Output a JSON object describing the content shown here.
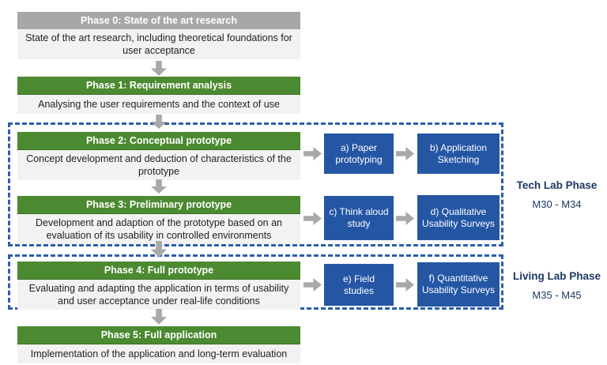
{
  "colors": {
    "green": "#4b8a31",
    "header_gray": "#a7a7a7",
    "body_gray": "#f2f2f2",
    "blue": "#2456a4",
    "dashed_blue": "#2b5fae",
    "navy": "#1f3864",
    "arrow": "#a9a9a9"
  },
  "phases": [
    {
      "title": "Phase 0: State of the art research",
      "description": "State of the art research, including theoretical foundations for user acceptance"
    },
    {
      "title": "Phase 1: Requirement analysis",
      "description": "Analysing the user requirements and the context of use"
    },
    {
      "title": "Phase 2: Conceptual prototype",
      "description": "Concept development and deduction of characteristics of the prototype"
    },
    {
      "title": "Phase 3: Preliminary prototype",
      "description": "Development and adaption of the prototype based on an evaluation of its usability in controlled environments"
    },
    {
      "title": "Phase 4: Full prototype",
      "description": "Evaluating and adapting the application in terms of usability and user acceptance under real-life conditions"
    },
    {
      "title": "Phase 5: Full application",
      "description": "Implementation of the application and long-term evaluation"
    }
  ],
  "methods": [
    {
      "label": "a) Paper prototyping"
    },
    {
      "label": "b) Application Sketching"
    },
    {
      "label": "c) Think aloud study"
    },
    {
      "label": "d) Qualitative Usability Surveys"
    },
    {
      "label": "e) Field studies"
    },
    {
      "label": "f) Quantitative Usability Surveys"
    }
  ],
  "groups": [
    {
      "label": "Tech Lab Phase",
      "range": "M30 - M34"
    },
    {
      "label": "Living Lab Phase",
      "range": "M35 - M45"
    }
  ]
}
